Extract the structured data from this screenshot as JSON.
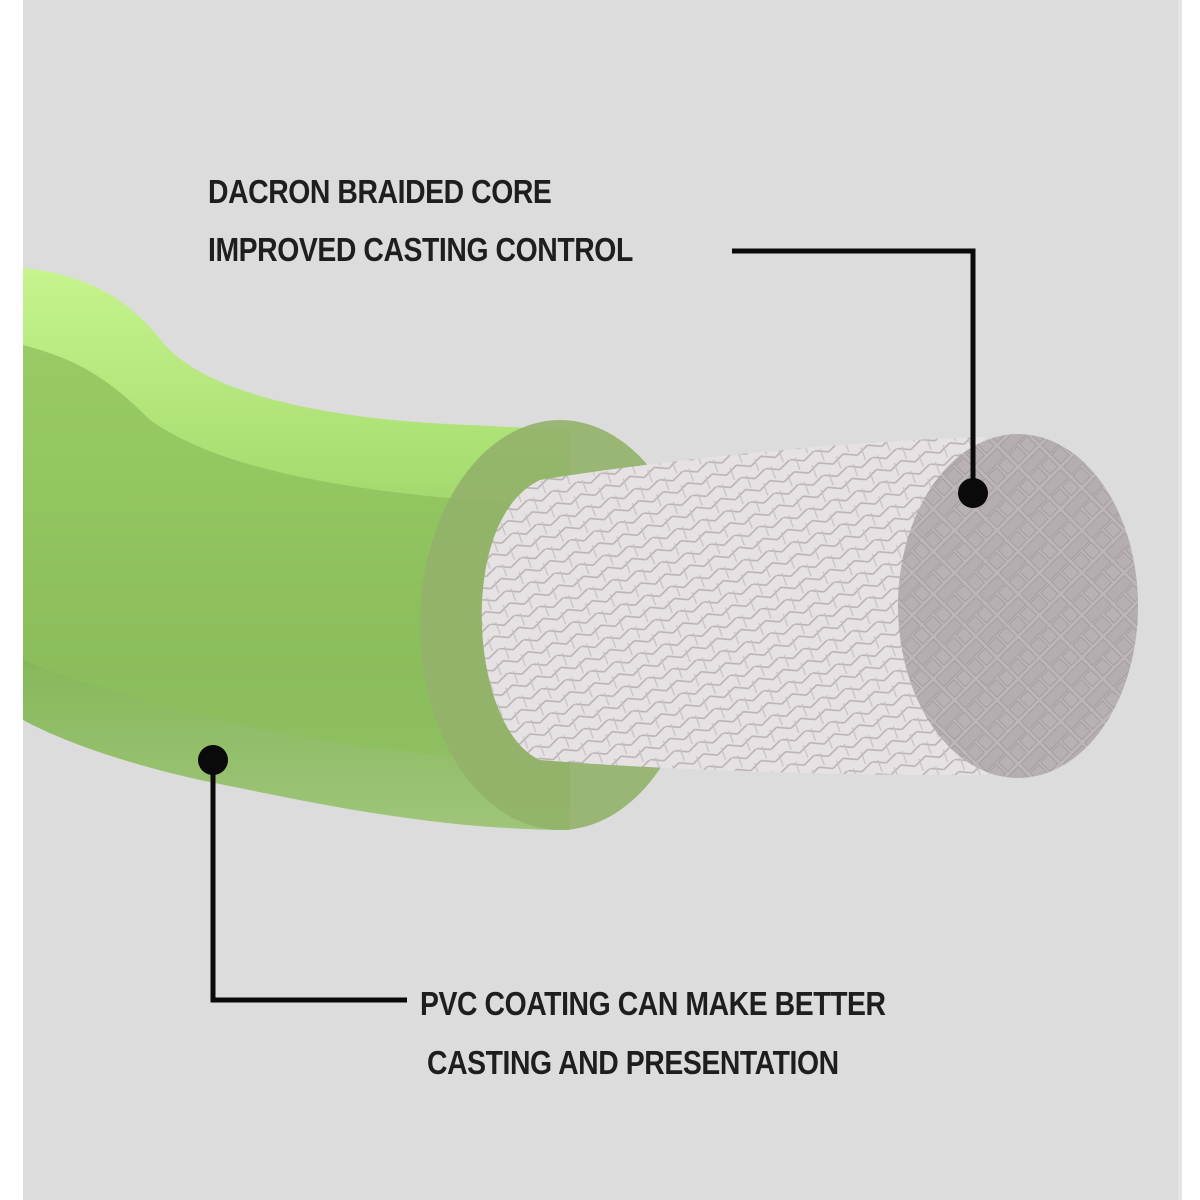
{
  "colors": {
    "background": "#dcdcdc",
    "pvc_light": "#c3f28a",
    "pvc_mid": "#8fc65a",
    "pvc_dark": "#7fa65a",
    "pvc_ring": "#95b26a",
    "core_side": "#e4e0e2",
    "core_face": "#b8b2b4",
    "callout": "#0a0a0a",
    "text": "#1e1e1e"
  },
  "callouts": {
    "core": {
      "line1": "DACRON BRAIDED CORE",
      "line2": "IMPROVED CASTING CONTROL",
      "target": "braided-core-end-face"
    },
    "coating": {
      "line1": "PVC COATING CAN MAKE BETTER",
      "line2": "CASTING AND PRESENTATION",
      "target": "green-pvc-coating"
    }
  }
}
